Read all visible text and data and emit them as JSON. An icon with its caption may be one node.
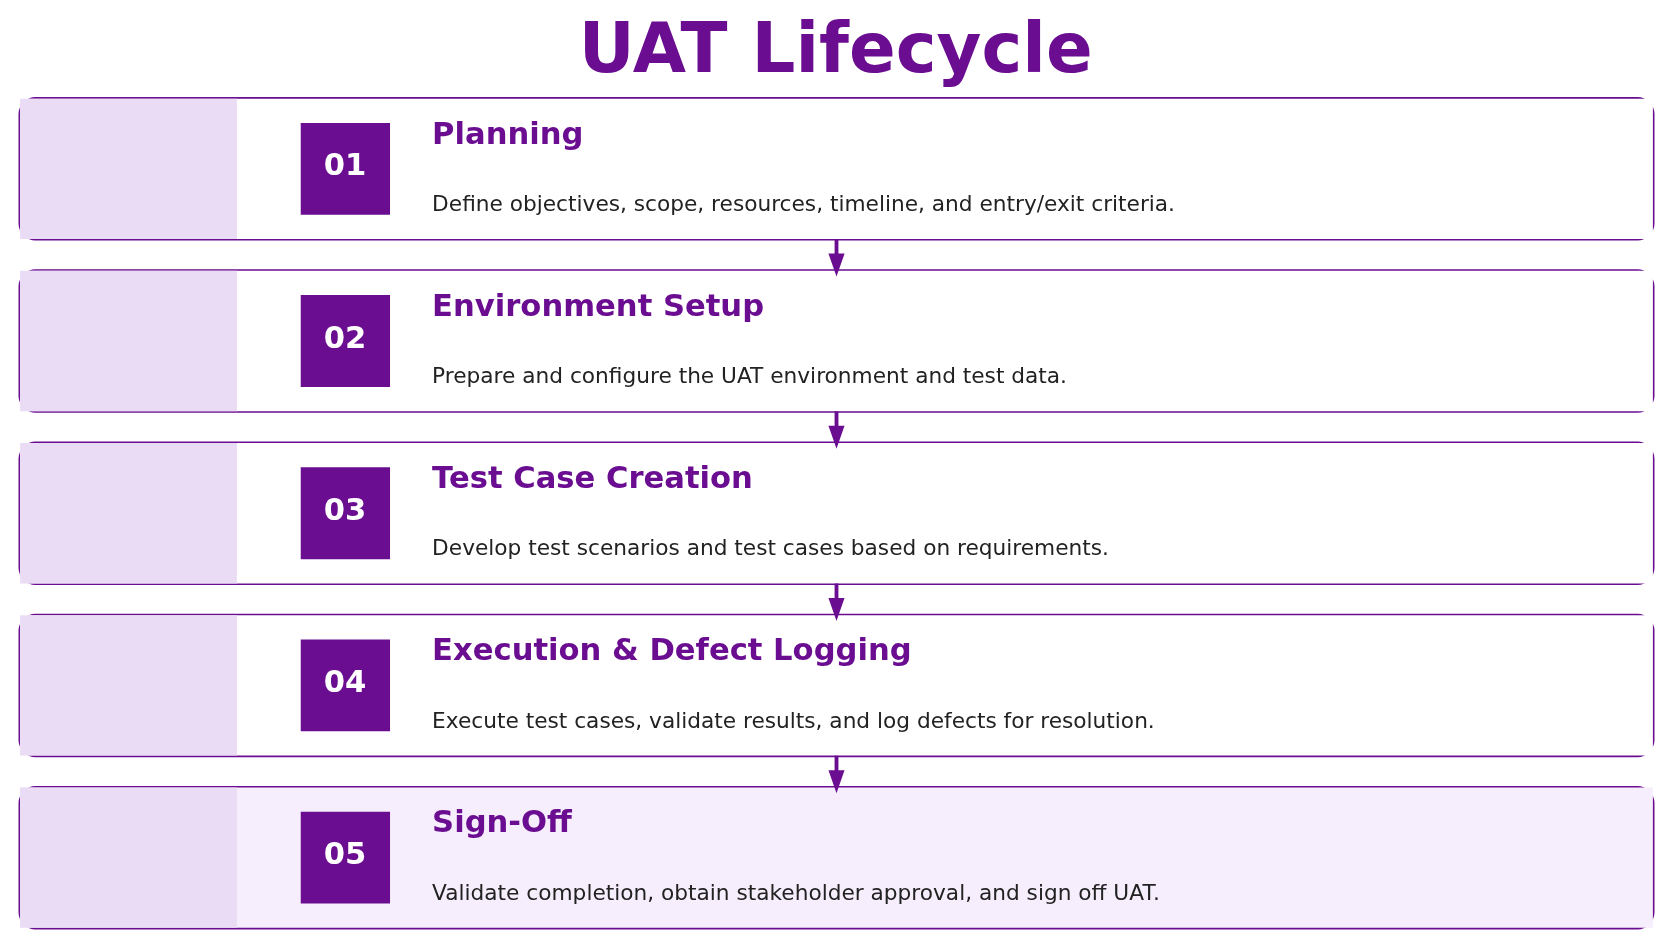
{
  "diagram": {
    "title": "UAT Lifecycle",
    "nodes": [
      {
        "text": [
          "01",
          "Planning",
          "Define objectives, scope, resources, timeline, and entry/exit criteria."
        ]
      },
      {
        "text": [
          "02",
          "Environment Setup",
          "Prepare and configure the UAT environment and test data."
        ]
      },
      {
        "text": [
          "03",
          "Test Case Creation",
          "Develop test scenarios and test cases based on requirements."
        ]
      },
      {
        "text": [
          "04",
          "Execution & Defect Logging",
          "Execute test cases, validate results, and log defects for resolution."
        ]
      },
      {
        "text": [
          "05",
          "Sign-Off",
          "Validate completion, obtain stakeholder approval, and sign off UAT."
        ]
      }
    ],
    "edges": [
      {
        "from": 0,
        "to": 1,
        "arrow": "to"
      },
      {
        "from": 1,
        "to": 2,
        "arrow": "to"
      },
      {
        "from": 2,
        "to": 3,
        "arrow": "to"
      },
      {
        "from": 3,
        "to": 4,
        "arrow": "to"
      }
    ]
  }
}
